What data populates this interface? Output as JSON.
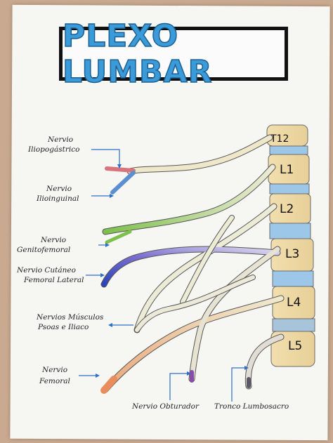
{
  "title": "PLEXO LUMBAR",
  "vertebrae": [
    "T12",
    "L1",
    "L2",
    "L3",
    "L4",
    "L5"
  ],
  "labels": {
    "iliohypogastric": [
      "Nervio",
      "Iliopogástrico"
    ],
    "ilioinguinal": [
      "Nervio",
      "Ilioinguinal"
    ],
    "genitofemoral": [
      "Nervio",
      "Genitofemoral"
    ],
    "lateral_cutaneous": [
      "Nervio Cutáneo",
      "Femoral Lateral"
    ],
    "psoas_iliac": [
      "Nervios Músculos",
      "Psoas e Iliaco"
    ],
    "femoral": [
      "Nervio",
      "Femoral"
    ],
    "obturator": "Nervio Obturador",
    "lumbosacral": "Tronco Lumbosacro"
  }
}
